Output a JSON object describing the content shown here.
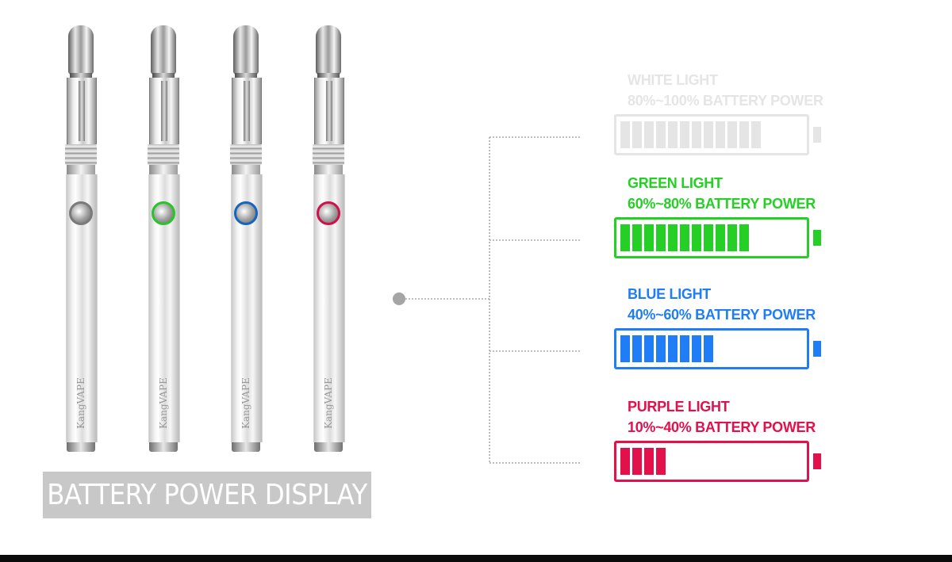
{
  "caption": "BATTERY POWER DISPLAY",
  "brand": "KangVAPE",
  "pens": [
    {
      "name": "white",
      "ring": "#7a7a7a"
    },
    {
      "name": "green",
      "ring": "#27c627"
    },
    {
      "name": "blue",
      "ring": "#1565c0"
    },
    {
      "name": "purple",
      "ring": "#d0104a"
    }
  ],
  "levels": [
    {
      "title": "WHITE LIGHT",
      "range": "80%~100% BATTERY POWER",
      "color": "#e5e5e5",
      "cells": 12
    },
    {
      "title": "GREEN LIGHT",
      "range": "60%~80% BATTERY POWER",
      "color": "#25cf25",
      "cells": 11
    },
    {
      "title": "BLUE LIGHT",
      "range": "40%~60% BATTERY POWER",
      "color": "#1f7ef5",
      "cells": 8
    },
    {
      "title": "PURPLE LIGHT",
      "range": "10%~40% BATTERY POWER",
      "color": "#e2114c",
      "cells": 4
    }
  ]
}
